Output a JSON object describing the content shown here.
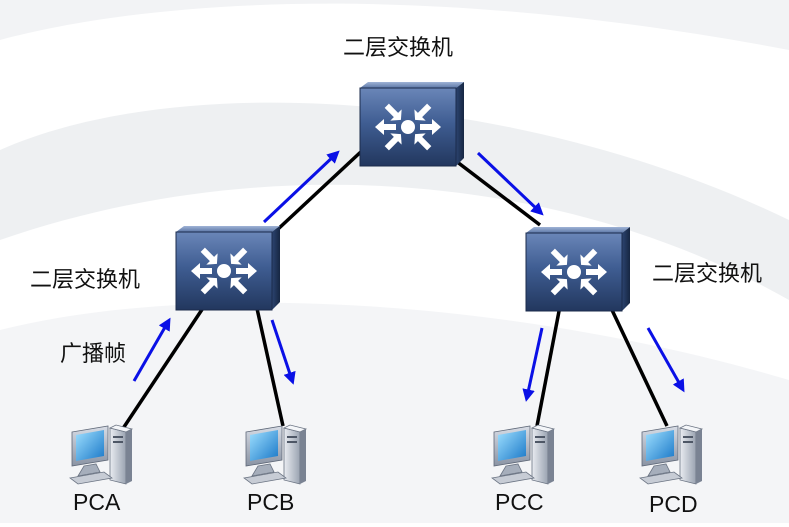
{
  "diagram": {
    "switches": {
      "top": {
        "label": "二层交换机"
      },
      "left": {
        "label": "二层交换机"
      },
      "right": {
        "label": "二层交换机"
      }
    },
    "hosts": {
      "pca": {
        "label": "PCA"
      },
      "pcb": {
        "label": "PCB"
      },
      "pcc": {
        "label": "PCC"
      },
      "pcd": {
        "label": "PCD"
      }
    },
    "annotation": {
      "label": "广播帧"
    }
  },
  "colors": {
    "arrow": "#0a10e6",
    "link": "#000000",
    "switch_face": "#3e5c8f",
    "switch_face_dark": "#243a63",
    "background_swoosh": "#eceef0"
  }
}
